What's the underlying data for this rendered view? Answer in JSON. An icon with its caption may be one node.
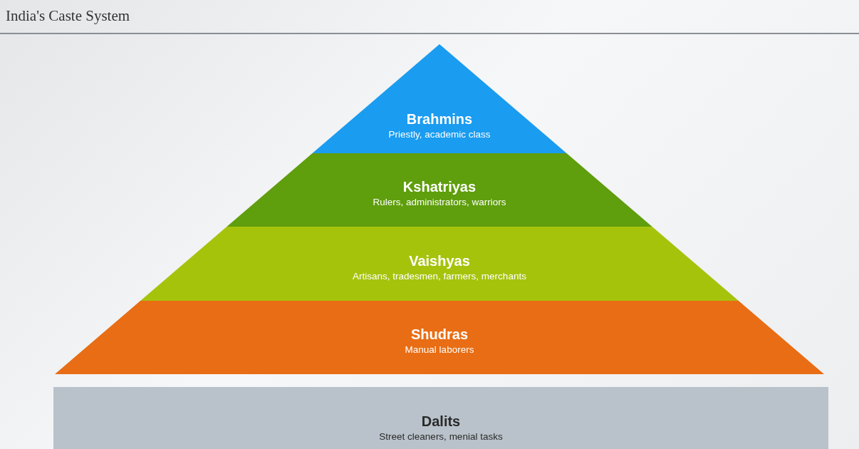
{
  "diagram": {
    "title": "India's Caste System",
    "nodes": [
      {
        "text": [
          "Brahmins",
          "Priestly, academic class"
        ]
      },
      {
        "text": [
          "Kshatriyas",
          "Rulers, administrators, warriors"
        ]
      },
      {
        "text": [
          "Vaishyas",
          "Artisans, tradesmen, farmers, merchants"
        ]
      },
      {
        "text": [
          "Shudras",
          "Manual laborers"
        ]
      },
      {
        "text": [
          "Dalits",
          "Street cleaners, menial tasks"
        ]
      }
    ]
  }
}
